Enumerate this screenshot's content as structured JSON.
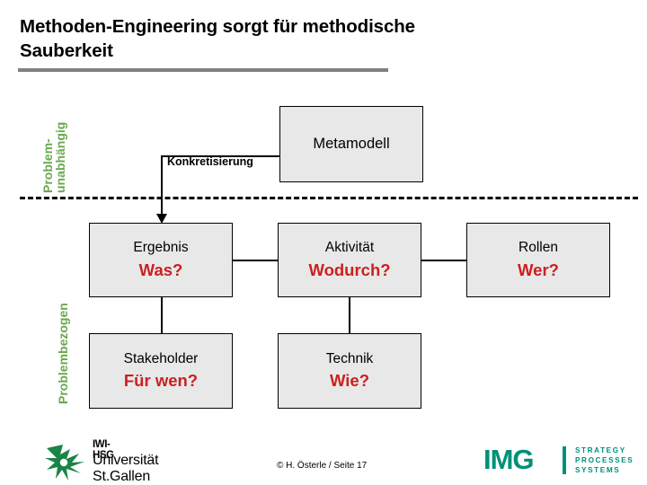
{
  "slide": {
    "title": "Methoden-Engineering sorgt für methodische Sauberkeit",
    "title_line1": "Methoden-Engineering sorgt für methodische",
    "title_line2": "Sauberkeit"
  },
  "axis": {
    "top_label_line1": "Problem-",
    "top_label_line2": "unabhängig",
    "bottom_label": "Problembezogen",
    "color": "#6aa84f"
  },
  "diagram": {
    "connector_label": "Konkretisierung",
    "boxes": [
      {
        "id": "metamodell",
        "line1": "Metamodell",
        "line2": ""
      },
      {
        "id": "ergebnis",
        "line1": "Ergebnis",
        "line2": "Was?"
      },
      {
        "id": "aktivitaet",
        "line1": "Aktivität",
        "line2": "Wodurch?"
      },
      {
        "id": "rollen",
        "line1": "Rollen",
        "line2": "Wer?"
      },
      {
        "id": "stakeholder",
        "line1": "Stakeholder",
        "line2": "Für wen?"
      },
      {
        "id": "technik",
        "line1": "Technik",
        "line2": "Wie?"
      }
    ],
    "box_fill": "#e8e8e8",
    "question_color": "#cc1f1f"
  },
  "footer": {
    "hsg_abbrev": "IWI-HSG",
    "hsg_name": "Universität St.Gallen",
    "credit": "© H. Österle  / Seite 17",
    "img_word": "IMG",
    "img_tagline_1": "STRATEGY",
    "img_tagline_2": "PROCESSES",
    "img_tagline_3": "SYSTEMS",
    "img_color": "#009078",
    "hsg_color": "#1a8446"
  }
}
